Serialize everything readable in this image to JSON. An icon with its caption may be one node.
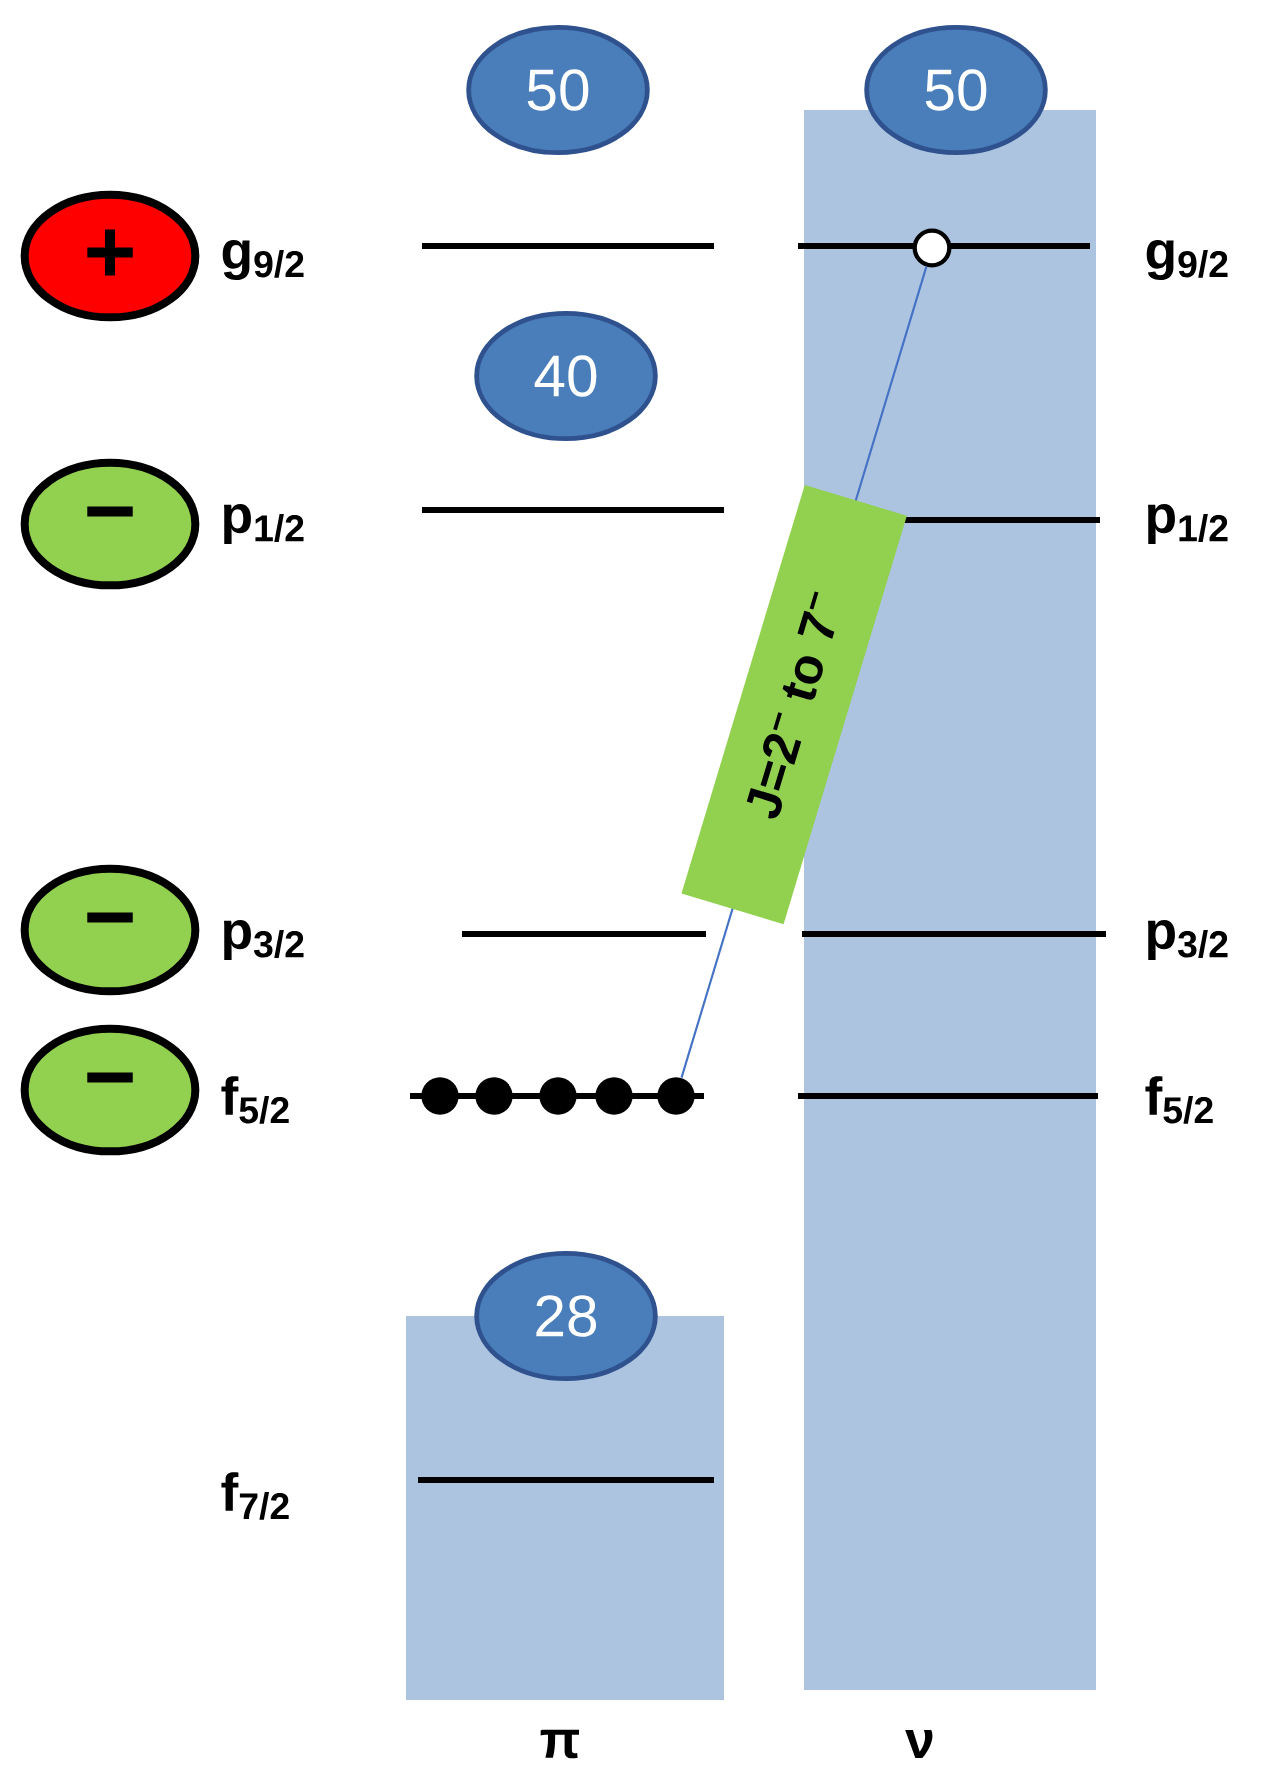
{
  "diagram": {
    "nodes": [
      {
        "text": [
          "50"
        ]
      },
      {
        "text": [
          "50"
        ]
      },
      {
        "text": [
          "+"
        ]
      },
      {
        "text": [
          "40"
        ]
      },
      {
        "text": [
          "−"
        ]
      },
      {
        "text": [
          "−"
        ]
      },
      {
        "text": [
          "−"
        ]
      },
      {
        "text": [],
        "shape": "circle"
      },
      {
        "text": [],
        "shape": "circle"
      },
      {
        "text": [
          "28"
        ]
      }
    ],
    "edges": [
      {
        "from": 8,
        "to": 7,
        "arrow": "none",
        "label": "J=2$^{−}$ to 7$^{−}$"
      }
    ],
    "labels": [
      "g$_{9/2}$",
      "g$_{9/2}$",
      "p$_{1/2}$",
      "p$_{1/2}$",
      "p$_{3/2}$",
      "p$_{3/2}$",
      "f$_{5/2}$",
      "f$_{5/2}$",
      "f$_{7/2}$",
      "π",
      "ν"
    ]
  }
}
